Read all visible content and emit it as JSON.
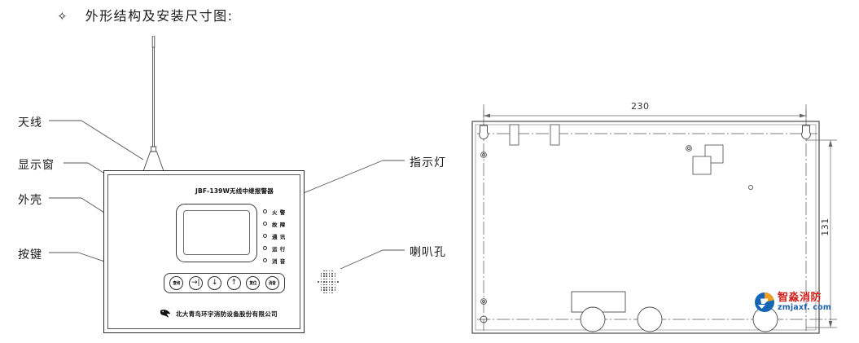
{
  "heading": {
    "bullet": "✧",
    "text": "外形结构及安装尺寸图:"
  },
  "callouts": {
    "left": [
      {
        "name": "antenna",
        "label": "天线"
      },
      {
        "name": "display-window",
        "label": "显示窗"
      },
      {
        "name": "casing",
        "label": "外壳"
      },
      {
        "name": "keys",
        "label": "按键"
      }
    ],
    "right": [
      {
        "name": "indicator-light",
        "label": "指示灯"
      },
      {
        "name": "speaker-hole",
        "label": "喇叭孔"
      }
    ]
  },
  "device": {
    "model_title": "JBF-139W无线中继报警器",
    "company": "北大青鸟环宇消防设备股份有限公司",
    "indicators": [
      {
        "name": "fire-alarm",
        "label": "火警"
      },
      {
        "name": "fault",
        "label": "故障"
      },
      {
        "name": "communication",
        "label": "通讯"
      },
      {
        "name": "running",
        "label": "运行"
      },
      {
        "name": "silence",
        "label": "消音"
      }
    ],
    "keys": [
      {
        "name": "query-key",
        "cap": "查询",
        "glyph": ""
      },
      {
        "name": "enter-key",
        "cap": "",
        "glyph": "→|"
      },
      {
        "name": "down-key",
        "cap": "",
        "glyph": "↓"
      },
      {
        "name": "up-key",
        "cap": "",
        "glyph": "↑"
      },
      {
        "name": "reset-key",
        "cap": "复位",
        "glyph": ""
      },
      {
        "name": "silence-key",
        "cap": "消音",
        "glyph": ""
      }
    ]
  },
  "dimensions": {
    "width": "230",
    "height": "131"
  },
  "watermark": {
    "cn": "智淼消防",
    "url": "zmjaxf. com"
  },
  "colors": {
    "line": "#2b2b2b",
    "thin_line": "#6a6a6a",
    "dim_line": "#555555",
    "watermark_cn": "#d0211c",
    "watermark_url": "#1f5fa8"
  }
}
